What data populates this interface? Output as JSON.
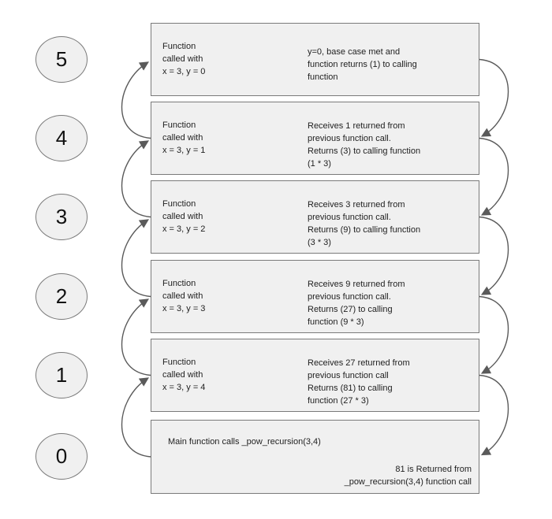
{
  "diagram": {
    "stack_levels": [
      "5",
      "4",
      "3",
      "2",
      "1",
      "0"
    ],
    "frames": [
      {
        "left": "Function\ncalled with\nx = 3, y = 0",
        "right": "y=0, base case met and\nfunction returns (1) to calling\nfunction"
      },
      {
        "left": "Function\ncalled with\nx = 3, y = 1",
        "right": "Receives 1 returned from\nprevious function call.\nReturns (3) to calling function\n(1 * 3)"
      },
      {
        "left": "Function\ncalled with\nx = 3, y = 2",
        "right": "Receives 3 returned from\nprevious function call.\nReturns (9) to calling function\n(3 * 3)"
      },
      {
        "left": "Function\ncalled with\nx = 3, y = 3",
        "right": "Receives 9 returned from\nprevious function call.\nReturns (27) to calling\nfunction (9 * 3)"
      },
      {
        "left": "Function\ncalled with\nx = 3, y = 4",
        "right": "Receives 27 returned from\nprevious function call\nReturns (81) to calling\nfunction (27 * 3)"
      }
    ],
    "main_frame": {
      "call": "Main function calls _pow_recursion(3,4)",
      "result": "81 is Returned from\n_pow_recursion(3,4) function call"
    },
    "colors": {
      "frame_fill": "#f0f0f0",
      "frame_border": "#7a7a7a",
      "arrow": "#5a5a5a",
      "text": "#1f1f1f"
    }
  }
}
